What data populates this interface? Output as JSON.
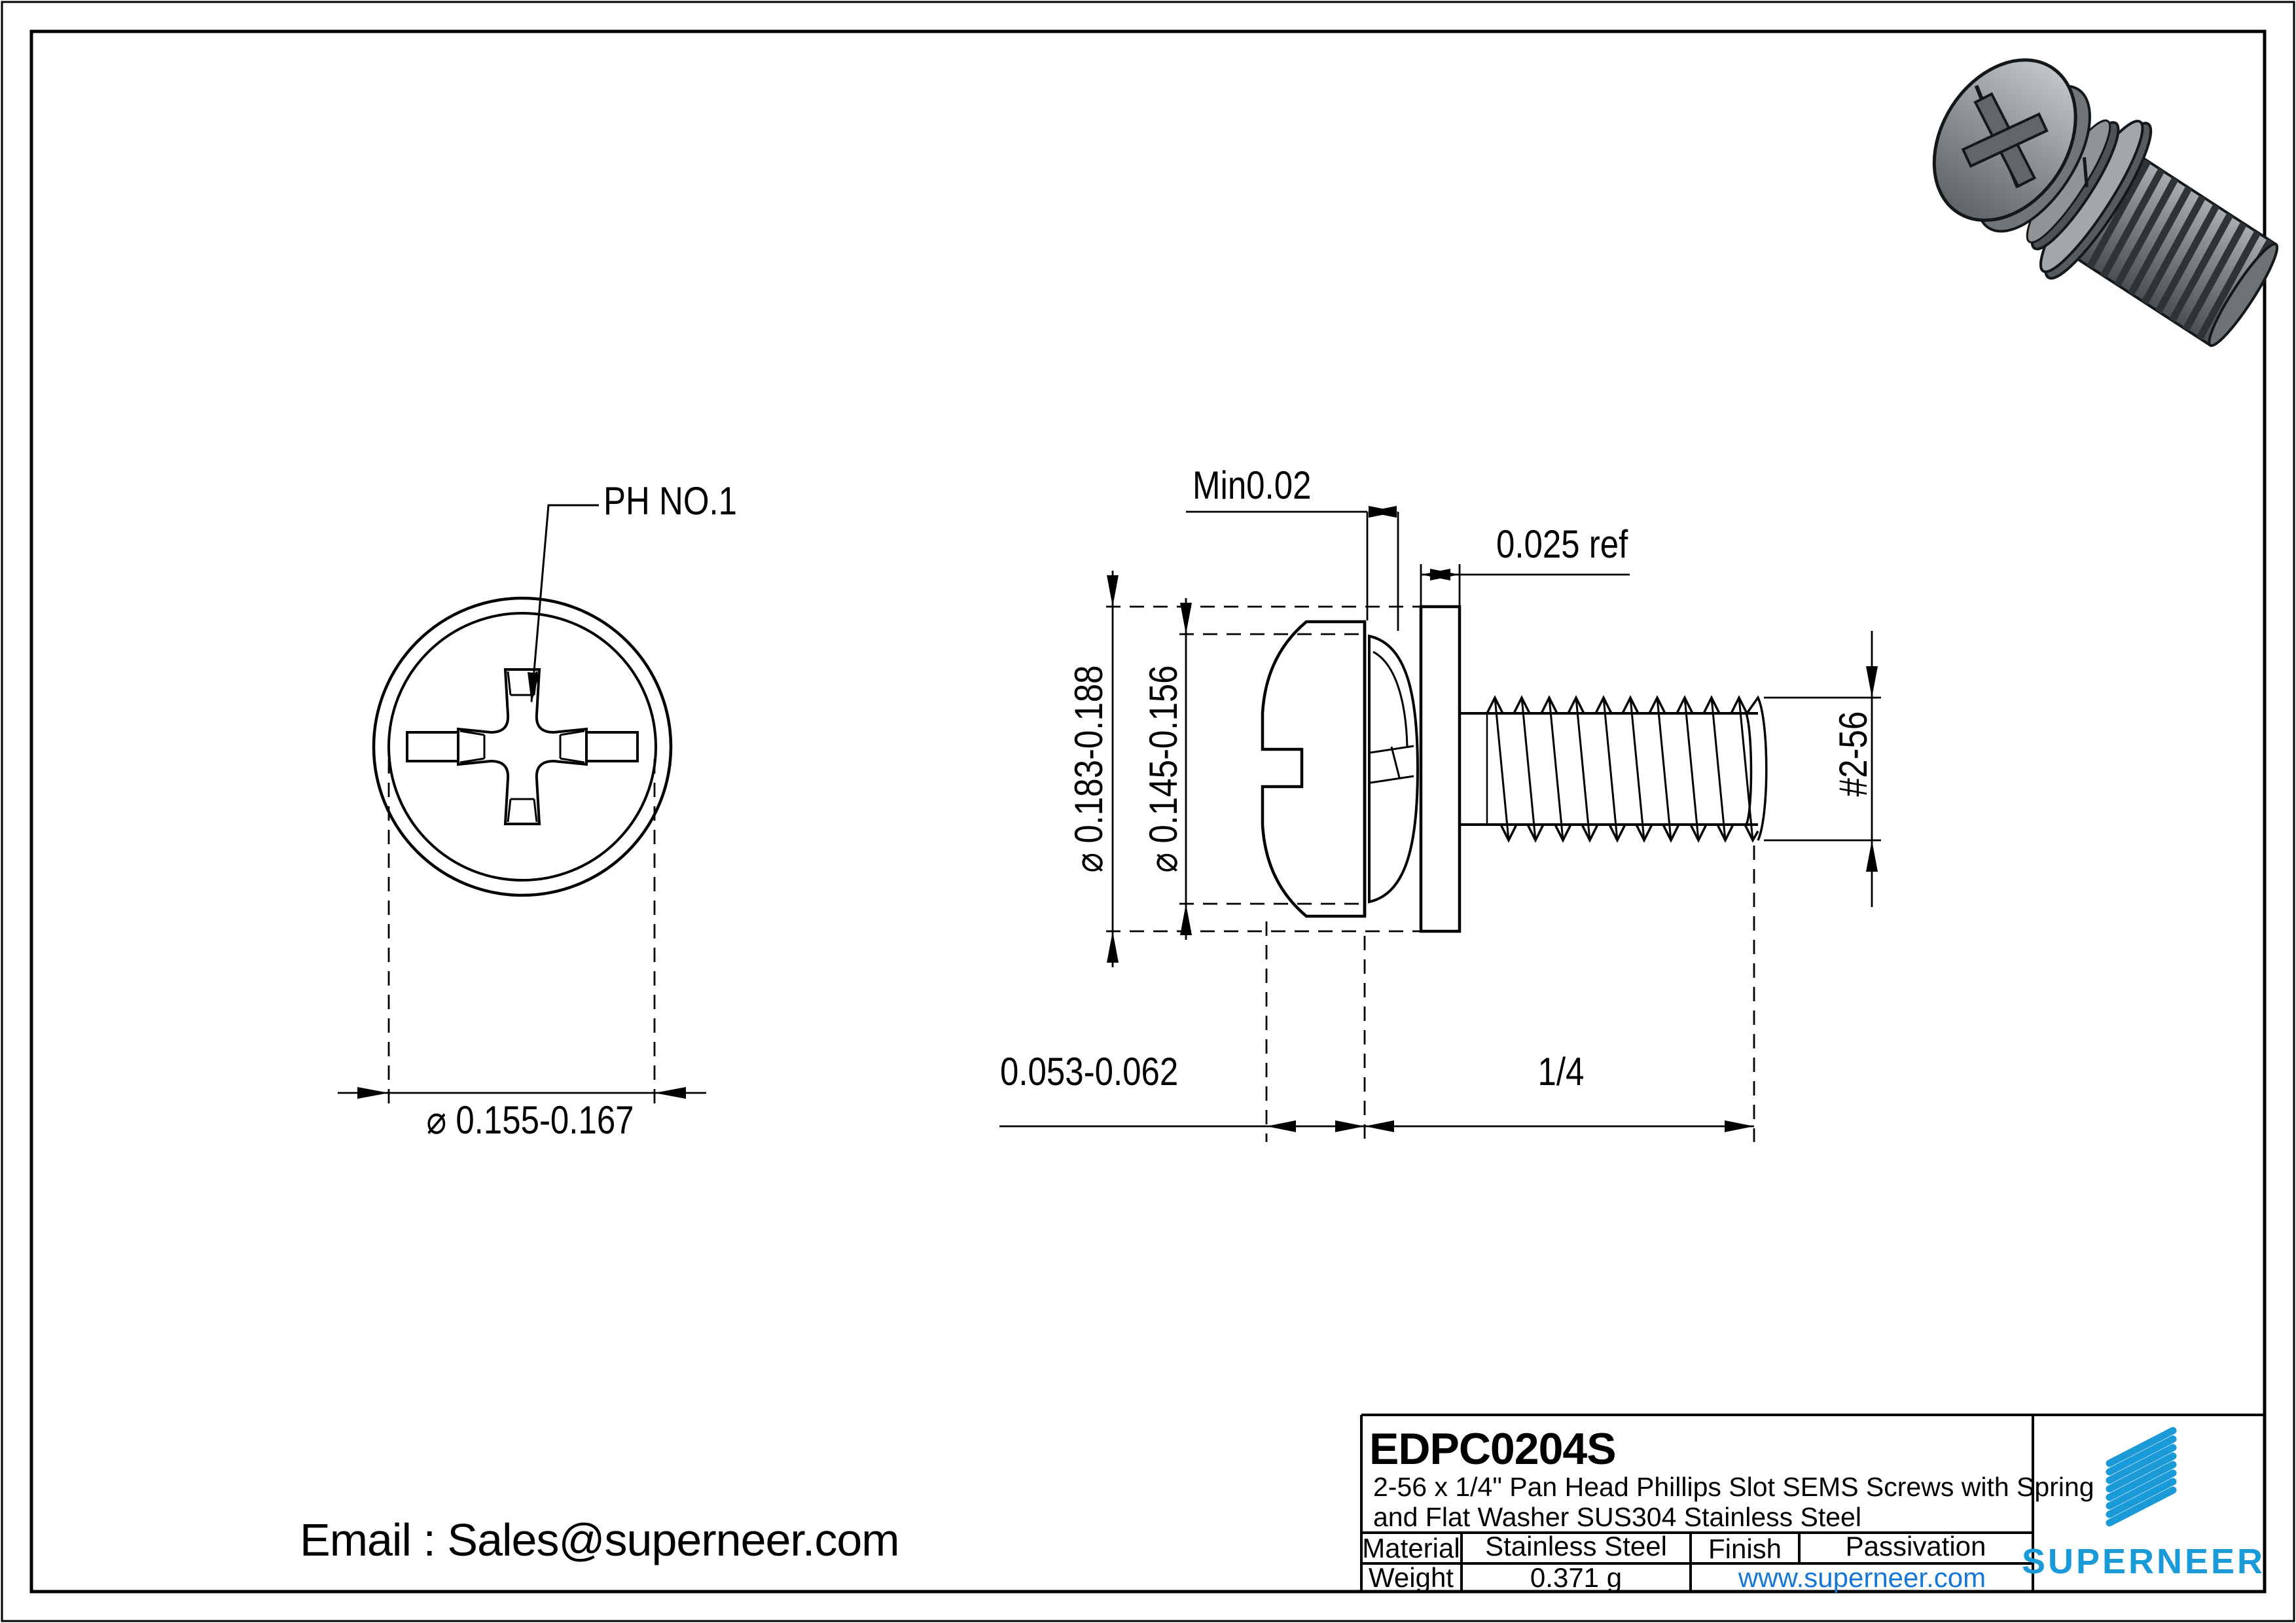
{
  "page": {
    "background": "#ffffff",
    "line_color": "#000000"
  },
  "contact": {
    "email": "Email : Sales@superneer.com"
  },
  "front_view": {
    "recess_callout": "PH NO.1",
    "head_diameter": "⌀ 0.155-0.167"
  },
  "side_view": {
    "washer_od": "⌀ 0.183-0.188",
    "spring_washer_od": "⌀ 0.145-0.156",
    "spring_gap": "Min0.02",
    "flat_washer_thickness": "0.025 ref",
    "head_height": "0.053-0.062",
    "thread_length": "1/4",
    "thread_spec": "#2-56"
  },
  "title_block": {
    "part_number": "EDPC0204S",
    "description_line1": "2-56 x 1/4\" Pan Head Phillips Slot SEMS Screws with Spring",
    "description_line2": "and Flat Washer SUS304 Stainless Steel",
    "material_label": "Material",
    "material_value": "Stainless Steel",
    "finish_label": "Finish",
    "finish_value": "Passivation",
    "weight_label": "Weight",
    "weight_value": "0.371 g"
  },
  "brand": {
    "name": "SUPERNEER",
    "website": "www.superneer.com",
    "logo_blue": "#1b9ad8",
    "link_blue": "#1777d4"
  }
}
